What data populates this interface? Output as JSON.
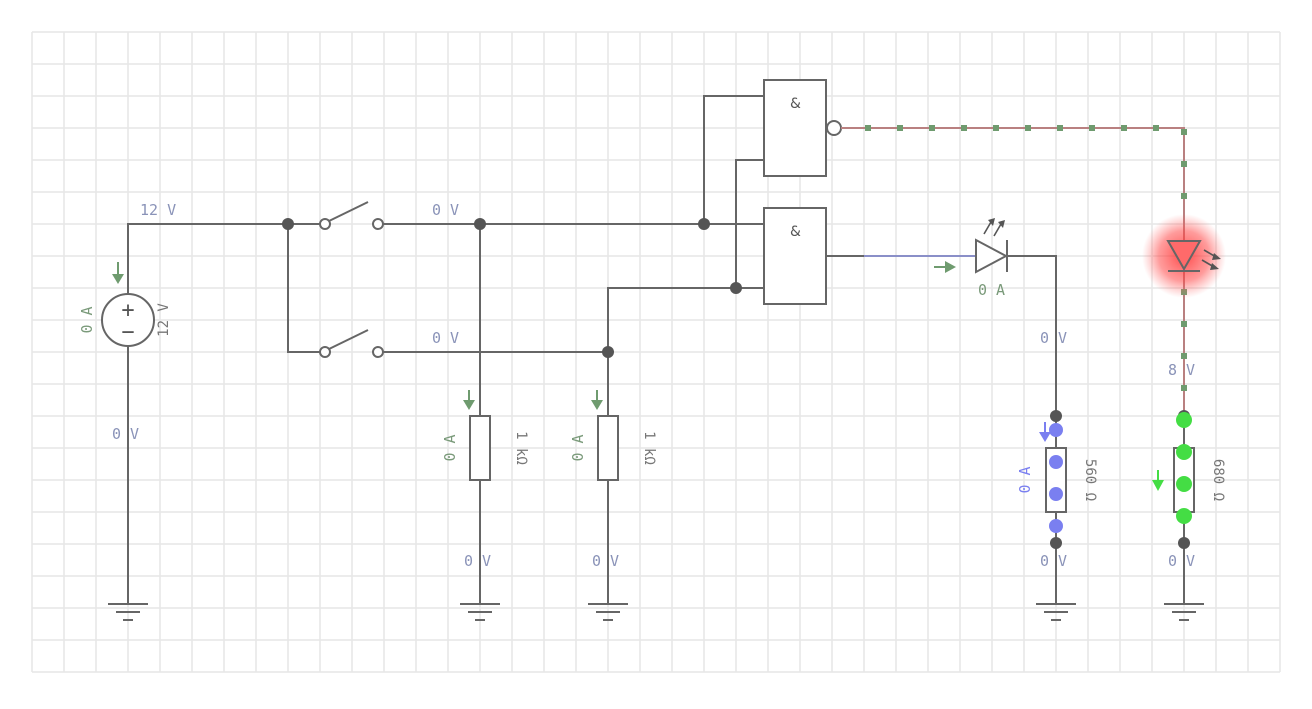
{
  "canvas": {
    "grid_color": "#e6e6e6",
    "wire_color": "#666666"
  },
  "source": {
    "top_voltage": "12 V",
    "value": "12 V",
    "current": "0 A",
    "bottom_voltage": "0 V"
  },
  "switches": {
    "out1_voltage": "0 V",
    "out2_voltage": "0 V"
  },
  "resistors": [
    {
      "value": "1 kΩ",
      "current": "0 A",
      "bottom_voltage": "0 V"
    },
    {
      "value": "1 kΩ",
      "current": "0 A",
      "bottom_voltage": "0 V"
    },
    {
      "value": "560 Ω",
      "current": "0 A",
      "top_voltage": "0 V",
      "bottom_voltage": "0 V"
    },
    {
      "value": "680 Ω",
      "top_voltage": "8 V",
      "bottom_voltage": "0 V"
    }
  ],
  "gates": {
    "nand_symbol": "&",
    "and_symbol": "&"
  },
  "led1": {
    "current": "0 A"
  },
  "colors": {
    "voltage_label": "#8a93b8",
    "current_label": "#7a9a7a",
    "active_wire": "#b98080",
    "current_dot_green": "#44dd44",
    "current_dot_blue": "#7a7ff0",
    "led_glow": "#ff3b3b",
    "arrow_green": "#6f9b6f"
  }
}
